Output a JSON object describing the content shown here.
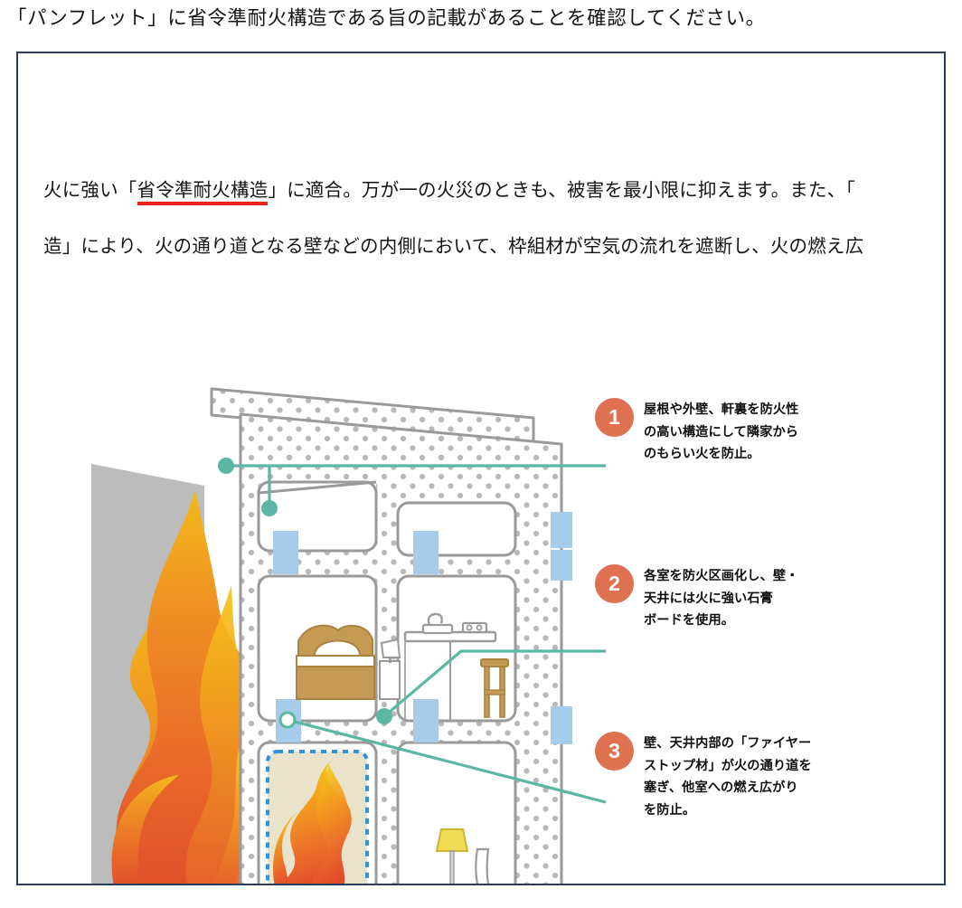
{
  "heading": "「パンフレット」に省令準耐火構造である旨の記載があることを確認してください。",
  "body": {
    "line1_pre": "火に強い「",
    "line1_underlined": "省令準耐火構造",
    "line1_post": "」に適合。万が一の火災のときも、被害を最小限に抑えます。また、「",
    "line2": "造」により、火の通り道となる壁などの内側において、枠組材が空気の流れを遮断し、火の燃え広"
  },
  "annotations": [
    {
      "number": "1",
      "text": "屋根や外壁、軒裏を防火性\nの高い構造にして隣家から\nのもらい火を防止。"
    },
    {
      "number": "2",
      "text": "各室を防火区画化し、壁・\n天井には火に強い石膏\nボードを使用。"
    },
    {
      "number": "3",
      "text": "壁、天井内部の「ファイヤー\nストップ材」が火の通り道を\n塞ぎ、他室への燃え広がり\nを防止。"
    }
  ],
  "colors": {
    "panel_border": "#2b3c58",
    "red_underline": "#e8231a",
    "number_circle": "#dd7150",
    "leader_line": "#5cb6a4",
    "firestop_block": "#a7cce9",
    "neighbor_wall": "#bcbcbc",
    "wall_outline": "#9a9a9a",
    "wall_dot": "#b5b5b5",
    "fire_room_fill": "#eae3cc",
    "fire_room_dash": "#2f93dd",
    "furniture_wood": "#c49a54",
    "lamp_shade": "#f2dc54",
    "flame_top": "#f2c313",
    "flame_mid": "#ef8524",
    "flame_bottom": "#e1512a"
  },
  "diagram": {
    "title": "house-cross-section-fire-resistance",
    "elements": [
      "neighboring-house-wall",
      "large-flame",
      "attic-roof",
      "upper-floor-bedroom",
      "upper-floor-kitchen",
      "lower-floor-fire-room",
      "lower-floor-study",
      "firestop-blocks",
      "leader-lines"
    ]
  }
}
